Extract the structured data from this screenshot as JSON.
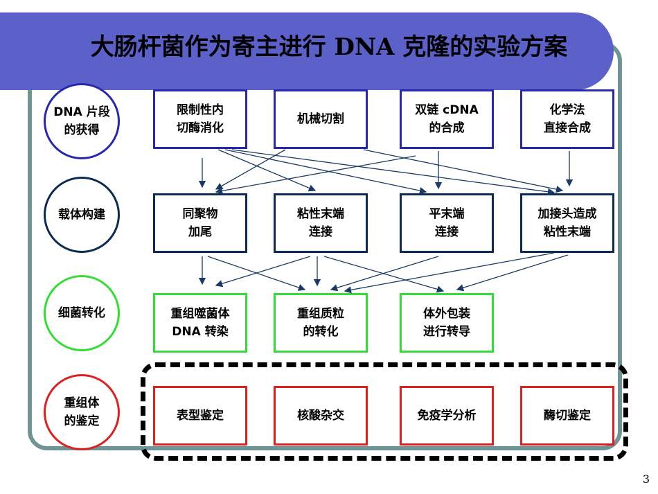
{
  "title": "大肠杆菌作为寄主进行 DNA 克隆的实验方案",
  "page_number": "3",
  "stages": [
    {
      "label": "DNA 片段\n的获得",
      "color": "#2727b0"
    },
    {
      "label": "载体构建",
      "color": "#0b2b55"
    },
    {
      "label": "细菌转化",
      "color": "#33dd33"
    },
    {
      "label": "重组体\n的鉴定",
      "color": "#dd1f1f"
    }
  ],
  "rows": [
    [
      "限制性内\n切酶消化",
      "机械切割",
      "双链 cDNA\n的合成",
      "化学法\n直接合成"
    ],
    [
      "同聚物\n加尾",
      "粘性末端\n连接",
      "平末端\n连接",
      "加接头造成\n粘性末端"
    ],
    [
      "重组噬菌体\nDNA 转染",
      "重组质粒\n的转化",
      "体外包装\n进行转导"
    ],
    [
      "表型鉴定",
      "核酸杂交",
      "免疫学分析",
      "酶切鉴定"
    ]
  ],
  "colors": {
    "banner": "#5b61c8",
    "frame": "#6f9496",
    "arrow": "#1a3a66"
  }
}
